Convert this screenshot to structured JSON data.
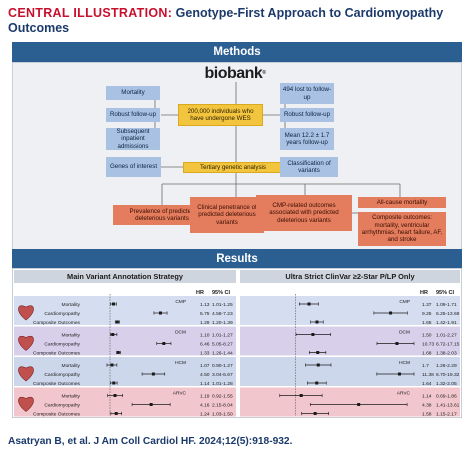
{
  "title": {
    "lead": "CENTRAL ILLUSTRATION:",
    "rest": "Genotype-First Approach to Cardiomyopathy Outcomes"
  },
  "methods": {
    "header": "Methods",
    "logo": "biobank",
    "logo_mark": "®",
    "center": "200,000 individuals who have undergone WES",
    "left_top": "Mortality",
    "left_mid": "Robust follow-up",
    "left_bottom": "Subsequent inpatient admissions",
    "right_top": "494 lost to follow-up",
    "right_mid": "Robust follow-up",
    "right_bottom": "Mean 12.2 ± 1.7 years follow-up",
    "genes": "Genes of interest",
    "tertiary": "Tertiary genetic analysis",
    "classification": "Classification of variants",
    "out1": "Prevalence of predicted deleterious variants",
    "out2": "Clinical penetrance of predicted deleterious variants",
    "out3": "CMP-related outcomes associated with predicted deleterious variants",
    "out4a": "All-cause mortality",
    "out4b": "Composite outcomes: mortality, ventricular arrhythmias, heart failure, AF, and stroke"
  },
  "results": {
    "header": "Results",
    "left_title": "Main Variant Annotation Strategy",
    "right_title": "Ultra Strict ClinVar ≥2-Star P/LP Only",
    "hr_label": "HR",
    "ci_label": "95% CI"
  },
  "colors": {
    "cmp": "#d5def0",
    "dcm": "#d8d0ea",
    "hcm": "#cdd7ec",
    "arvc": "#f1c6cc"
  },
  "chart_data": {
    "type": "forest",
    "groups": [
      "CMP",
      "DCM",
      "HCM",
      "ARVC"
    ],
    "outcomes": [
      "Mortality",
      "Cardiomyopathy",
      "Composite Outcomes"
    ],
    "reference_line": 1,
    "panels": [
      {
        "name": "Main Variant Annotation Strategy",
        "xlim": [
          0.5,
          16
        ],
        "rows": [
          {
            "group": "CMP",
            "outcome": "Mortality",
            "hr": 1.13,
            "lo": 1.01,
            "hi": 1.25,
            "text_hr": "1.13",
            "text_ci": "1.01-1.25"
          },
          {
            "group": "CMP",
            "outcome": "Cardiomyopathy",
            "hr": 5.75,
            "lo": 4.58,
            "hi": 7.23,
            "text_hr": "5.75",
            "text_ci": "4.58-7.23"
          },
          {
            "group": "CMP",
            "outcome": "Composite Outcomes",
            "hr": 1.29,
            "lo": 1.2,
            "hi": 1.39,
            "text_hr": "1.29",
            "text_ci": "1.20-1.39"
          },
          {
            "group": "DCM",
            "outcome": "Mortality",
            "hr": 1.1,
            "lo": 1.01,
            "hi": 1.27,
            "text_hr": "1.10",
            "text_ci": "1.01-1.27"
          },
          {
            "group": "DCM",
            "outcome": "Cardiomyopathy",
            "hr": 6.46,
            "lo": 5.05,
            "hi": 8.27,
            "text_hr": "6.46",
            "text_ci": "5.05-8.27"
          },
          {
            "group": "DCM",
            "outcome": "Composite Outcomes",
            "hr": 1.33,
            "lo": 1.26,
            "hi": 1.44,
            "text_hr": "1.33",
            "text_ci": "1.26-1.44"
          },
          {
            "group": "HCM",
            "outcome": "Mortality",
            "hr": 1.07,
            "lo": 0.9,
            "hi": 1.27,
            "text_hr": "1.07",
            "text_ci": "0.90-1.27"
          },
          {
            "group": "HCM",
            "outcome": "Cardiomyopathy",
            "hr": 4.5,
            "lo": 3.04,
            "hi": 6.67,
            "text_hr": "4.50",
            "text_ci": "3.04-6.67"
          },
          {
            "group": "HCM",
            "outcome": "Composite Outcomes",
            "hr": 1.14,
            "lo": 1.01,
            "hi": 1.28,
            "text_hr": "1.14",
            "text_ci": "1.01-1.28"
          },
          {
            "group": "ARVC",
            "outcome": "Mortality",
            "hr": 1.19,
            "lo": 0.92,
            "hi": 1.55,
            "text_hr": "1.19",
            "text_ci": "0.92-1.55"
          },
          {
            "group": "ARVC",
            "outcome": "Cardiomyopathy",
            "hr": 4.16,
            "lo": 2.15,
            "hi": 8.04,
            "text_hr": "4.16",
            "text_ci": "2.15-8.04"
          },
          {
            "group": "ARVC",
            "outcome": "Composite Outcomes",
            "hr": 1.24,
            "lo": 1.03,
            "hi": 1.5,
            "text_hr": "1.24",
            "text_ci": "1.03-1.50"
          }
        ]
      },
      {
        "name": "Ultra Strict ClinVar ≥2-Star P/LP Only",
        "xlim": [
          0.5,
          16
        ],
        "rows": [
          {
            "group": "CMP",
            "outcome": "Mortality",
            "hr": 1.37,
            "lo": 1.09,
            "hi": 1.71,
            "text_hr": "1.37",
            "text_ci": "1.09-1.71"
          },
          {
            "group": "CMP",
            "outcome": "Cardiomyopathy",
            "hr": 9.25,
            "lo": 6.25,
            "hi": 13.69,
            "text_hr": "9.25",
            "text_ci": "6.25-13.69"
          },
          {
            "group": "CMP",
            "outcome": "Composite Outcomes",
            "hr": 1.65,
            "lo": 1.42,
            "hi": 1.91,
            "text_hr": "1.65",
            "text_ci": "1.42-1.91"
          },
          {
            "group": "DCM",
            "outcome": "Mortality",
            "hr": 1.5,
            "lo": 1.01,
            "hi": 2.27,
            "text_hr": "1.50",
            "text_ci": "1.01-2.27"
          },
          {
            "group": "DCM",
            "outcome": "Cardiomyopathy",
            "hr": 10.73,
            "lo": 6.72,
            "hi": 17.15,
            "text_hr": "10.73",
            "text_ci": "6.72-17.15"
          },
          {
            "group": "DCM",
            "outcome": "Composite Outcomes",
            "hr": 1.68,
            "lo": 1.38,
            "hi": 2.03,
            "text_hr": "1.68",
            "text_ci": "1.38-2.03"
          },
          {
            "group": "HCM",
            "outcome": "Mortality",
            "hr": 1.7,
            "lo": 1.26,
            "hi": 2.29,
            "text_hr": "1.7",
            "text_ci": "1.26-2.29"
          },
          {
            "group": "HCM",
            "outcome": "Cardiomyopathy",
            "hr": 11.38,
            "lo": 6.7,
            "hi": 19.32,
            "text_hr": "11.38",
            "text_ci": "6.70-19.32"
          },
          {
            "group": "HCM",
            "outcome": "Composite Outcomes",
            "hr": 1.64,
            "lo": 1.32,
            "hi": 2.05,
            "text_hr": "1.64",
            "text_ci": "1.32-2.05"
          },
          {
            "group": "ARVC",
            "outcome": "Mortality",
            "hr": 1.14,
            "lo": 0.69,
            "hi": 1.86,
            "text_hr": "1.14",
            "text_ci": "0.69-1.86"
          },
          {
            "group": "ARVC",
            "outcome": "Cardiomyopathy",
            "hr": 4.38,
            "lo": 1.41,
            "hi": 13.61,
            "text_hr": "4.38",
            "text_ci": "1.41-13.61"
          },
          {
            "group": "ARVC",
            "outcome": "Composite Outcomes",
            "hr": 1.58,
            "lo": 1.15,
            "hi": 2.17,
            "text_hr": "1.58",
            "text_ci": "1.15-2.17"
          }
        ]
      }
    ]
  },
  "citation": "Asatryan B, et al. J Am Coll Cardiol HF. 2024;12(5):918-932."
}
